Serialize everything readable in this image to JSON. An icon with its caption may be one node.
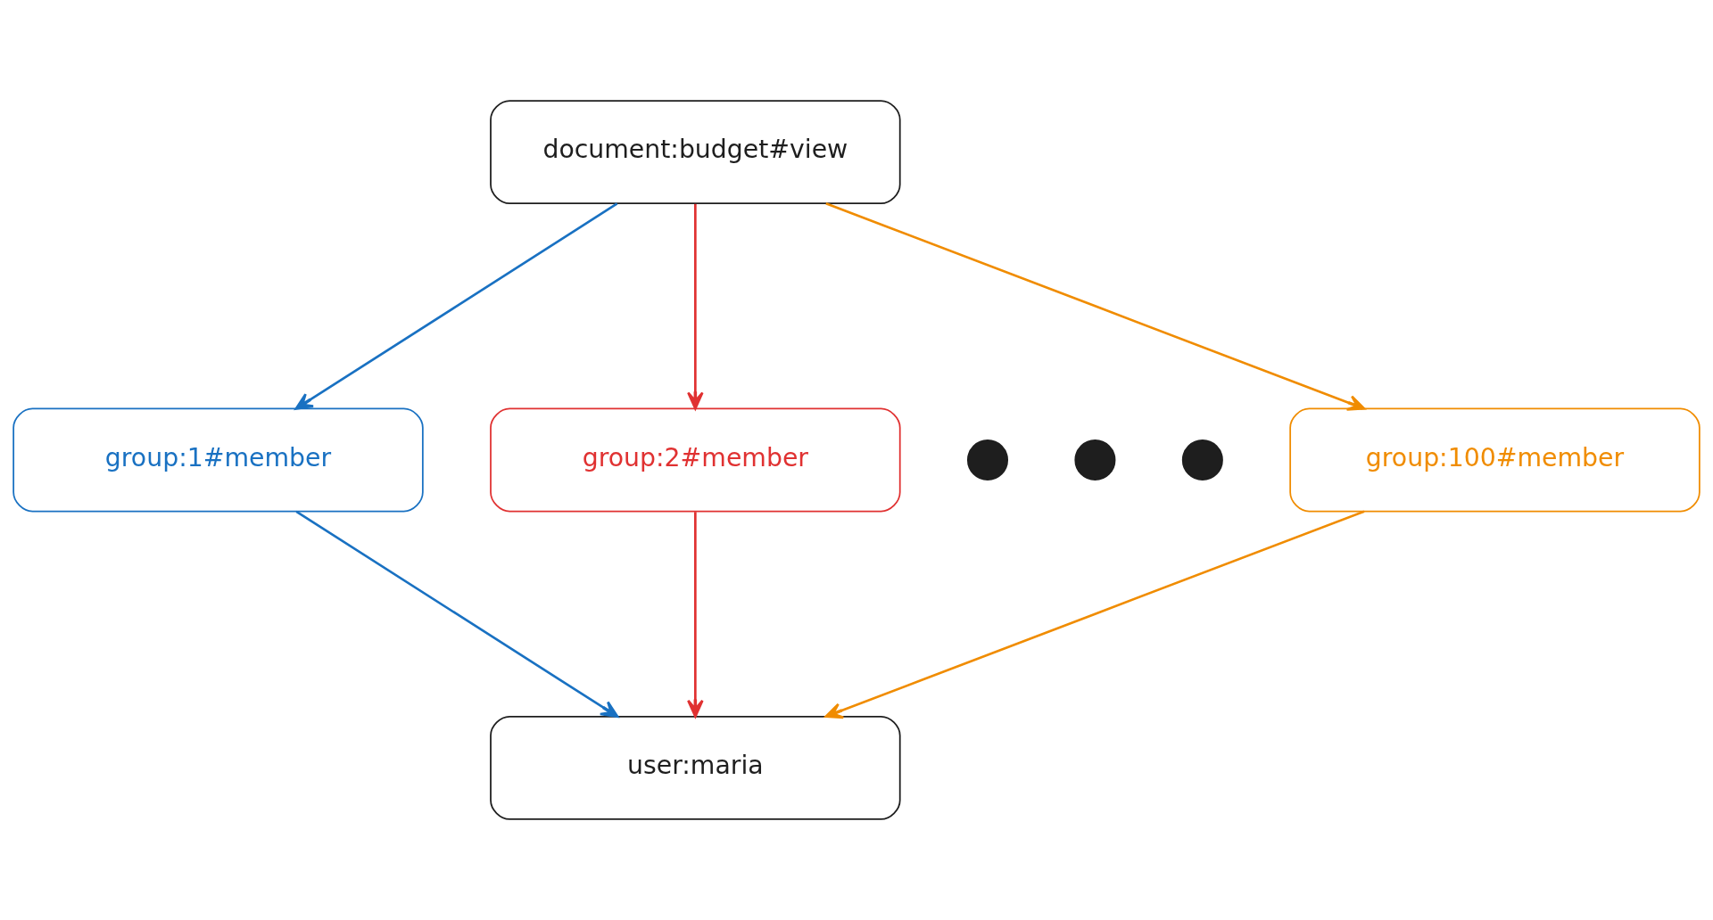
{
  "diagram": {
    "nodes": [
      {
        "text": [
          "document:budget#view"
        ]
      },
      {
        "text": [
          "group:1#member"
        ]
      },
      {
        "text": [
          "group:2#member"
        ]
      },
      {
        "text": [],
        "shape": "circle"
      },
      {
        "text": [],
        "shape": "circle"
      },
      {
        "text": [],
        "shape": "circle"
      },
      {
        "text": [
          "group:100#member"
        ]
      },
      {
        "text": [
          "user:maria"
        ]
      }
    ],
    "edges": [
      {
        "from": 0,
        "to": 1,
        "arrow": "to",
        "color": "#1971c2"
      },
      {
        "from": 0,
        "to": 2,
        "arrow": "to",
        "color": "#e03131"
      },
      {
        "from": 0,
        "to": 6,
        "arrow": "to",
        "color": "#f08c00"
      },
      {
        "from": 1,
        "to": 7,
        "arrow": "to",
        "color": "#1971c2"
      },
      {
        "from": 2,
        "to": 7,
        "arrow": "to",
        "color": "#e03131"
      },
      {
        "from": 6,
        "to": 7,
        "arrow": "to",
        "color": "#f08c00"
      }
    ]
  }
}
